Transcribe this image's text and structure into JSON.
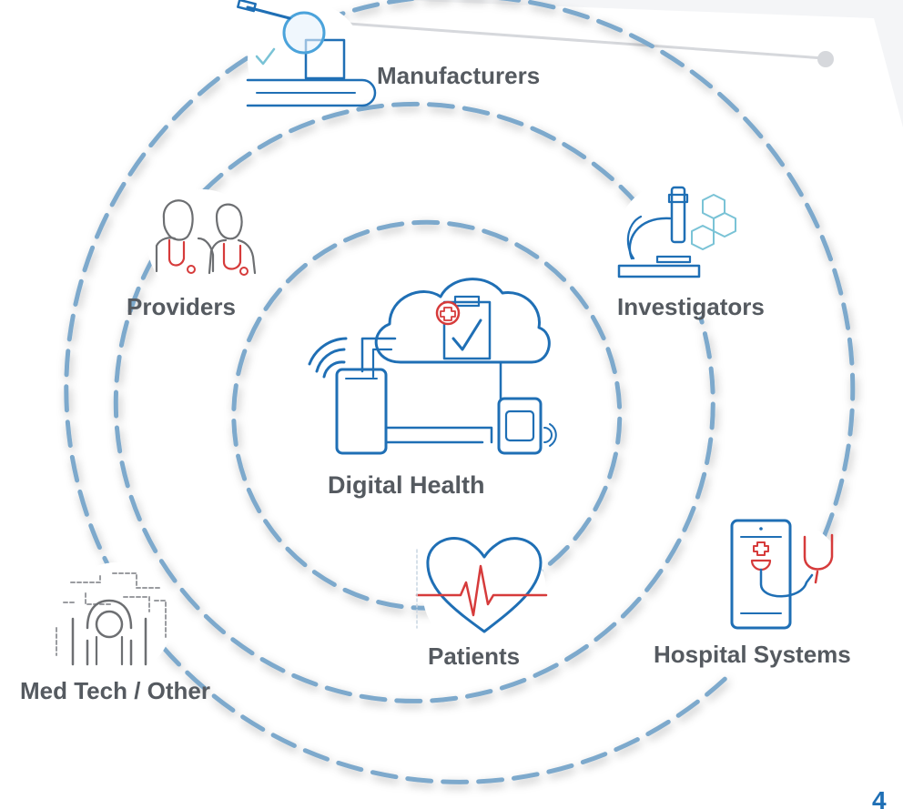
{
  "diagram": {
    "center": {
      "label": "Digital Health",
      "icon": "cloud-devices-icon"
    },
    "stakeholders": [
      {
        "key": "manufacturers",
        "label": "Manufacturers",
        "icon": "inspection-conveyor-icon"
      },
      {
        "key": "providers",
        "label": "Providers",
        "icon": "doctors-icon"
      },
      {
        "key": "investigators",
        "label": "Investigators",
        "icon": "microscope-icon"
      },
      {
        "key": "hospital_systems",
        "label": "Hospital Systems",
        "icon": "tablet-stethoscope-icon"
      },
      {
        "key": "patients",
        "label": "Patients",
        "icon": "heart-pulse-icon"
      },
      {
        "key": "med_tech",
        "label": "Med Tech / Other",
        "icon": "circuit-person-icon"
      }
    ],
    "page_number": "4"
  },
  "colors": {
    "ring_dash": "#7da9cc",
    "icon_blue": "#1f6fb5",
    "icon_gray": "#6d6f72",
    "icon_red": "#d63b3b",
    "label_text": "#555a60"
  }
}
